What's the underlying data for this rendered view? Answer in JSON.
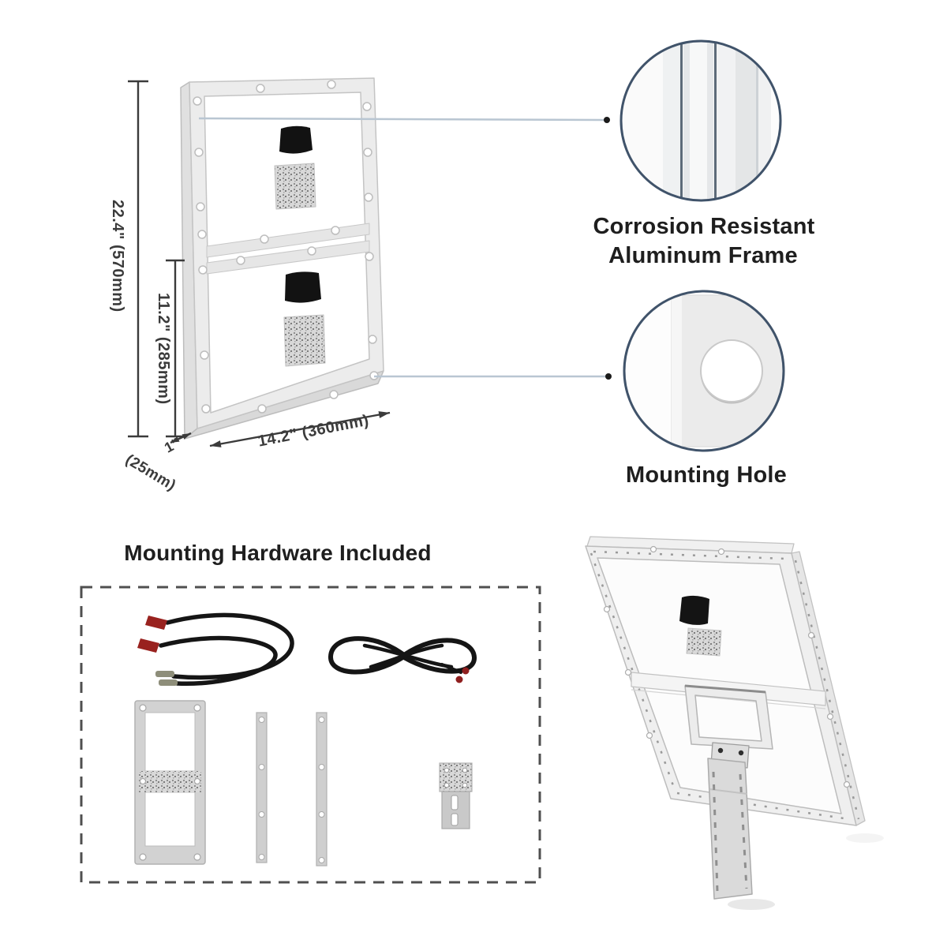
{
  "dimension_labels": {
    "total_height": "22.4\" (570mm)",
    "panel_height": "11.2\" (285mm)",
    "width": "14.2\" (360mm)",
    "depth_inches": "1\"",
    "depth_mm": "(25mm)"
  },
  "callouts": {
    "frame": {
      "line1": "Corrosion Resistant",
      "line2": "Aluminum Frame"
    },
    "mounting_hole": {
      "label": "Mounting Hole"
    }
  },
  "hardware_section": {
    "title": "Mounting Hardware Included"
  },
  "icons": {
    "frame_detail": "aluminum-extrusion-closeup",
    "hole_detail": "mounting-hole-closeup",
    "hardware": [
      "wire-pair-with-terminals",
      "coiled-cable",
      "mounting-frame-bracket",
      "flat-bar",
      "flat-bar",
      "z-bracket"
    ],
    "illustrations": [
      "solar-panel-back-view",
      "tilt-mount-solar-panel"
    ]
  },
  "colors": {
    "background": "#ffffff",
    "callout_circle_border": "#40536a",
    "callout_leader_line": "#b9c6d2",
    "text_primary": "#1e1e1e",
    "dimension_text": "#3b3b3b",
    "dimension_line": "#3b3b3b",
    "metal_gray": "#d9d9d9",
    "frame_light": "#ececec",
    "wire_black": "#151515",
    "terminal_red": "#99221f",
    "dashed_box_border": "#4f4f4f"
  }
}
